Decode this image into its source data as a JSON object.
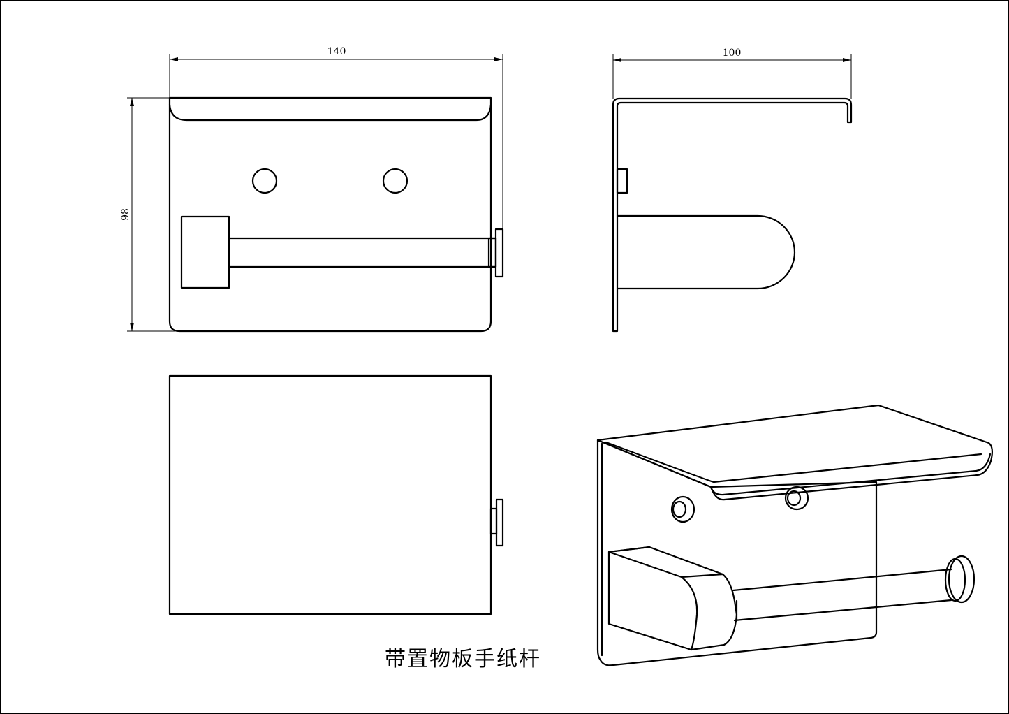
{
  "drawing": {
    "title": "带置物板手纸杆",
    "dimensions": {
      "front_width": "140",
      "front_height": "98",
      "side_depth": "100"
    },
    "views": [
      "front-view",
      "side-view",
      "top-view",
      "isometric-view"
    ],
    "line_color": "#000000",
    "background_color": "#ffffff"
  }
}
